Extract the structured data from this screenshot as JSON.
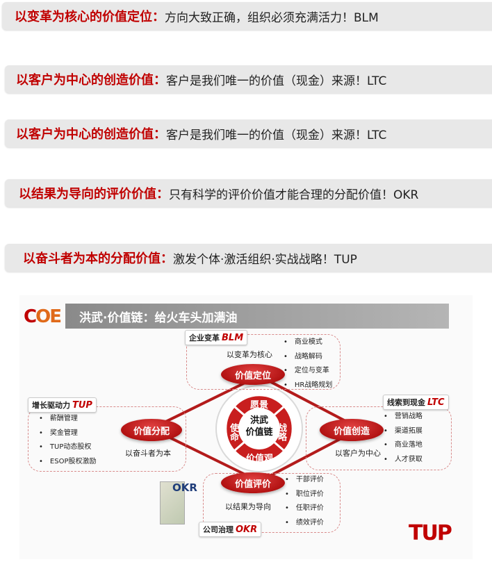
{
  "bars": [
    {
      "title": "以变革为核心的价值定位：",
      "text": "方向大致正确，组织必须充满活力！BLM"
    },
    {
      "title": "以客户为中心的创造价值：",
      "text": "客户是我们唯一的价值（现金）来源！LTC"
    },
    {
      "title": "以客户为中心的创造价值：",
      "text": "客户是我们唯一的价值（现金）来源！LTC"
    },
    {
      "title": "以结果为导向的评价价值：",
      "text": "只有科学的评价价值才能合理的分配价值！OKR"
    },
    {
      "title": "以奋斗者为本的分配价值：",
      "text": "激发个体·激活组织·实战战略！TUP"
    }
  ],
  "diagram": {
    "logo_c": "C",
    "logo_oe": "OE",
    "title": "洪武·价值链：给火车头加满油",
    "center": [
      "洪武",
      "价值链"
    ],
    "ring": {
      "top": "愿景",
      "right": "战略",
      "bottom": "价值观",
      "left": "使命"
    },
    "top": {
      "tag": "企业变革",
      "tag_brand": "BLM",
      "caption": "以变革为核心",
      "oval": "价值定位",
      "items": [
        "商业模式",
        "战略解码",
        "定位与变革",
        "HR战略规划"
      ]
    },
    "right": {
      "tag": "线索到现金",
      "tag_brand": "LTC",
      "caption": "以客户为中心",
      "oval": "价值创造",
      "items": [
        "营销战略",
        "渠道拓展",
        "商业落地",
        "人才获取"
      ]
    },
    "bottom": {
      "tag": "公司治理",
      "tag_brand": "OKR",
      "caption": "以结果为导向",
      "oval": "价值评价",
      "items": [
        "干部评价",
        "职位评价",
        "任职评价",
        "绩效评价"
      ]
    },
    "left": {
      "tag": "增长驱动力",
      "tag_brand": "TUP",
      "caption": "以奋斗者为本",
      "oval": "价值分配",
      "items": [
        "薪酬管理",
        "奖金管理",
        "TUP动态股权",
        "ESOP股权激励"
      ]
    },
    "book_text": "OKR",
    "corner_logo": "TUP"
  },
  "colors": {
    "accent": "#c00000",
    "bar_bg": "#e8e8e8",
    "title_band": "#9a9a9a"
  }
}
